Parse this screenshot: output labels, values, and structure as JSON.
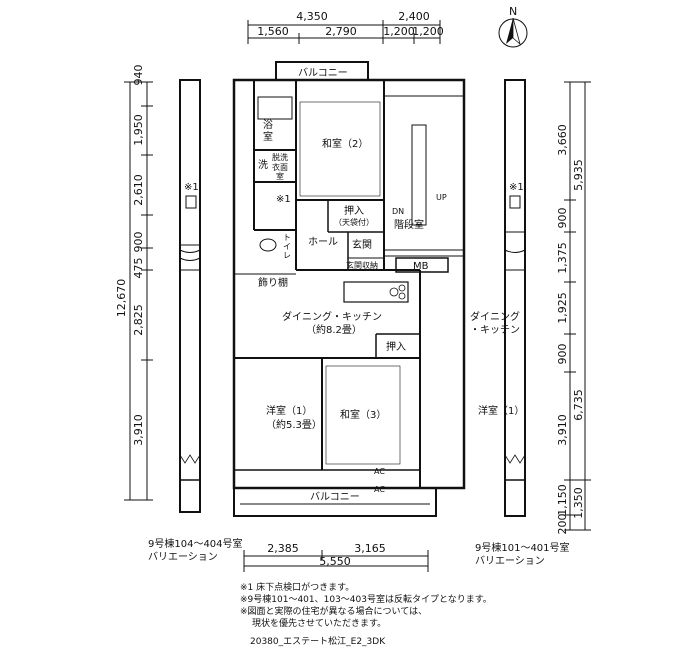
{
  "dimensions": {
    "top_total": [
      "4,350",
      "2,400"
    ],
    "top_detail": [
      "1,560",
      "2,790",
      "1,200",
      "1,200"
    ],
    "bottom_detail": [
      "2,385",
      "3,165"
    ],
    "bottom_total": "5,550",
    "left_total": "12,670",
    "left_detail": [
      "940",
      "1,950",
      "2,610",
      "900",
      "475",
      "2,825",
      "3,910"
    ],
    "right_total": [
      "5,935",
      "6,735"
    ],
    "right_detail": [
      "3,660",
      "900",
      "1,375",
      "1,925",
      "900",
      "3,910",
      "1,150",
      "1,350",
      "200"
    ]
  },
  "rooms": {
    "balcony_top": "バルコニー",
    "bath": [
      "浴",
      "室"
    ],
    "wash": "洗",
    "dressing": [
      "洗",
      "面",
      "脱",
      "衣",
      "室"
    ],
    "note_mark": "※1",
    "toilet": [
      "ト",
      "イ",
      "レ"
    ],
    "washitsu2": "和室（2）",
    "oshiire_top": "押入",
    "oshiire_top_sub": "（天袋付）",
    "hall": "ホール",
    "genkan": "玄関",
    "genkan_storage": "玄関収納",
    "stairs": "階段室",
    "dn": "DN",
    "up": "UP",
    "mb": "MB",
    "kazaridana": "飾り棚",
    "dk": "ダイニング・キッチン",
    "dk_area": "（約8.2畳）",
    "oshiire_mid": "押入",
    "yoshitsu1": "洋室（1）",
    "yoshitsu1_area": "（約5.3畳）",
    "washitsu3": "和室（3）",
    "balcony_bottom": "バルコニー",
    "ac1": "AC",
    "ac2": "AC"
  },
  "variation_left": {
    "mark": "※1",
    "caption": [
      "9号棟104～404号室",
      "バリエーション"
    ]
  },
  "variation_right": {
    "mark": "※1",
    "dk": [
      "ダイニング",
      "・キッチン"
    ],
    "yoshitsu": "洋室（1）",
    "caption": [
      "9号棟101～401号室",
      "バリエーション"
    ]
  },
  "compass": {
    "label": "N"
  },
  "notes": [
    "※1 床下点検口がつきます。",
    "※9号棟101～401、103～403号室は反転タイプとなります。",
    "※図面と実際の住宅が異なる場合については、",
    "現状を優先させていただきます。"
  ],
  "footer": "20380_エステート松江_E2_3DK"
}
